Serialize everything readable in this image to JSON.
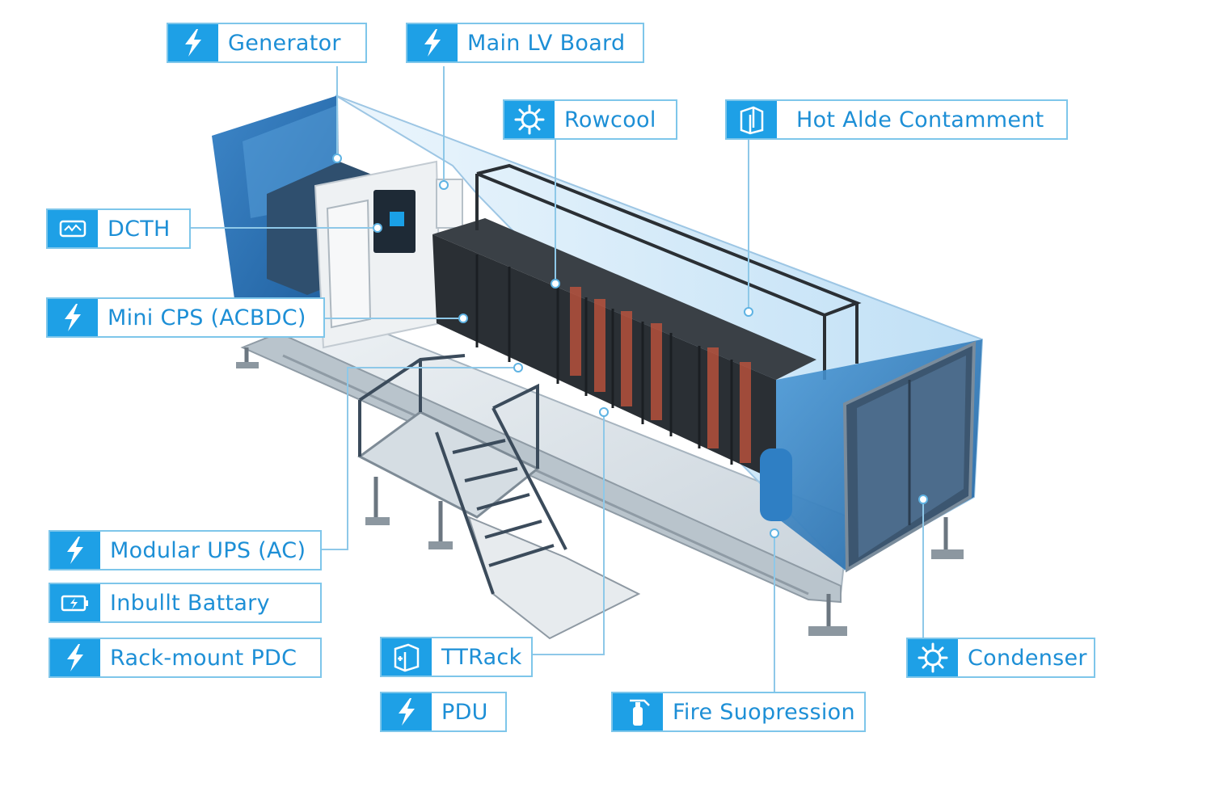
{
  "labels": {
    "generator": {
      "text": "Generator",
      "icon": "lightning-icon"
    },
    "main_lv_board": {
      "text": "Main LV Board",
      "icon": "lightning-icon"
    },
    "rowcool": {
      "text": "Rowcool",
      "icon": "snowflake-gear-icon"
    },
    "hot_aisle": {
      "text": "Hot Alde Contamment",
      "icon": "enclosure-icon"
    },
    "dcth": {
      "text": "DCTH",
      "icon": "monitor-icon"
    },
    "mini_cps": {
      "text": "Mini CPS (ACBDC)",
      "icon": "lightning-icon"
    },
    "modular_ups": {
      "text": "Modular UPS (AC)",
      "icon": "lightning-icon"
    },
    "inbuilt_battery": {
      "text": "Inbullt Battary",
      "icon": "battery-icon"
    },
    "rack_mount_pdc": {
      "text": "Rack-mount PDC",
      "icon": "lightning-icon"
    },
    "ttrack": {
      "text": "TTRack",
      "icon": "rack-icon"
    },
    "pdu": {
      "text": "PDU",
      "icon": "lightning-icon"
    },
    "fire_suppression": {
      "text": "Fire Suopression",
      "icon": "extinguisher-icon"
    },
    "condenser": {
      "text": "Condenser",
      "icon": "snowflake-gear-icon"
    }
  },
  "colors": {
    "accent": "#1ea0e6",
    "label_text": "#1d8fd6",
    "callout_border": "#7ec6ea",
    "glass_blue": "#3f8fd0",
    "rack_dark": "#2e3338"
  }
}
